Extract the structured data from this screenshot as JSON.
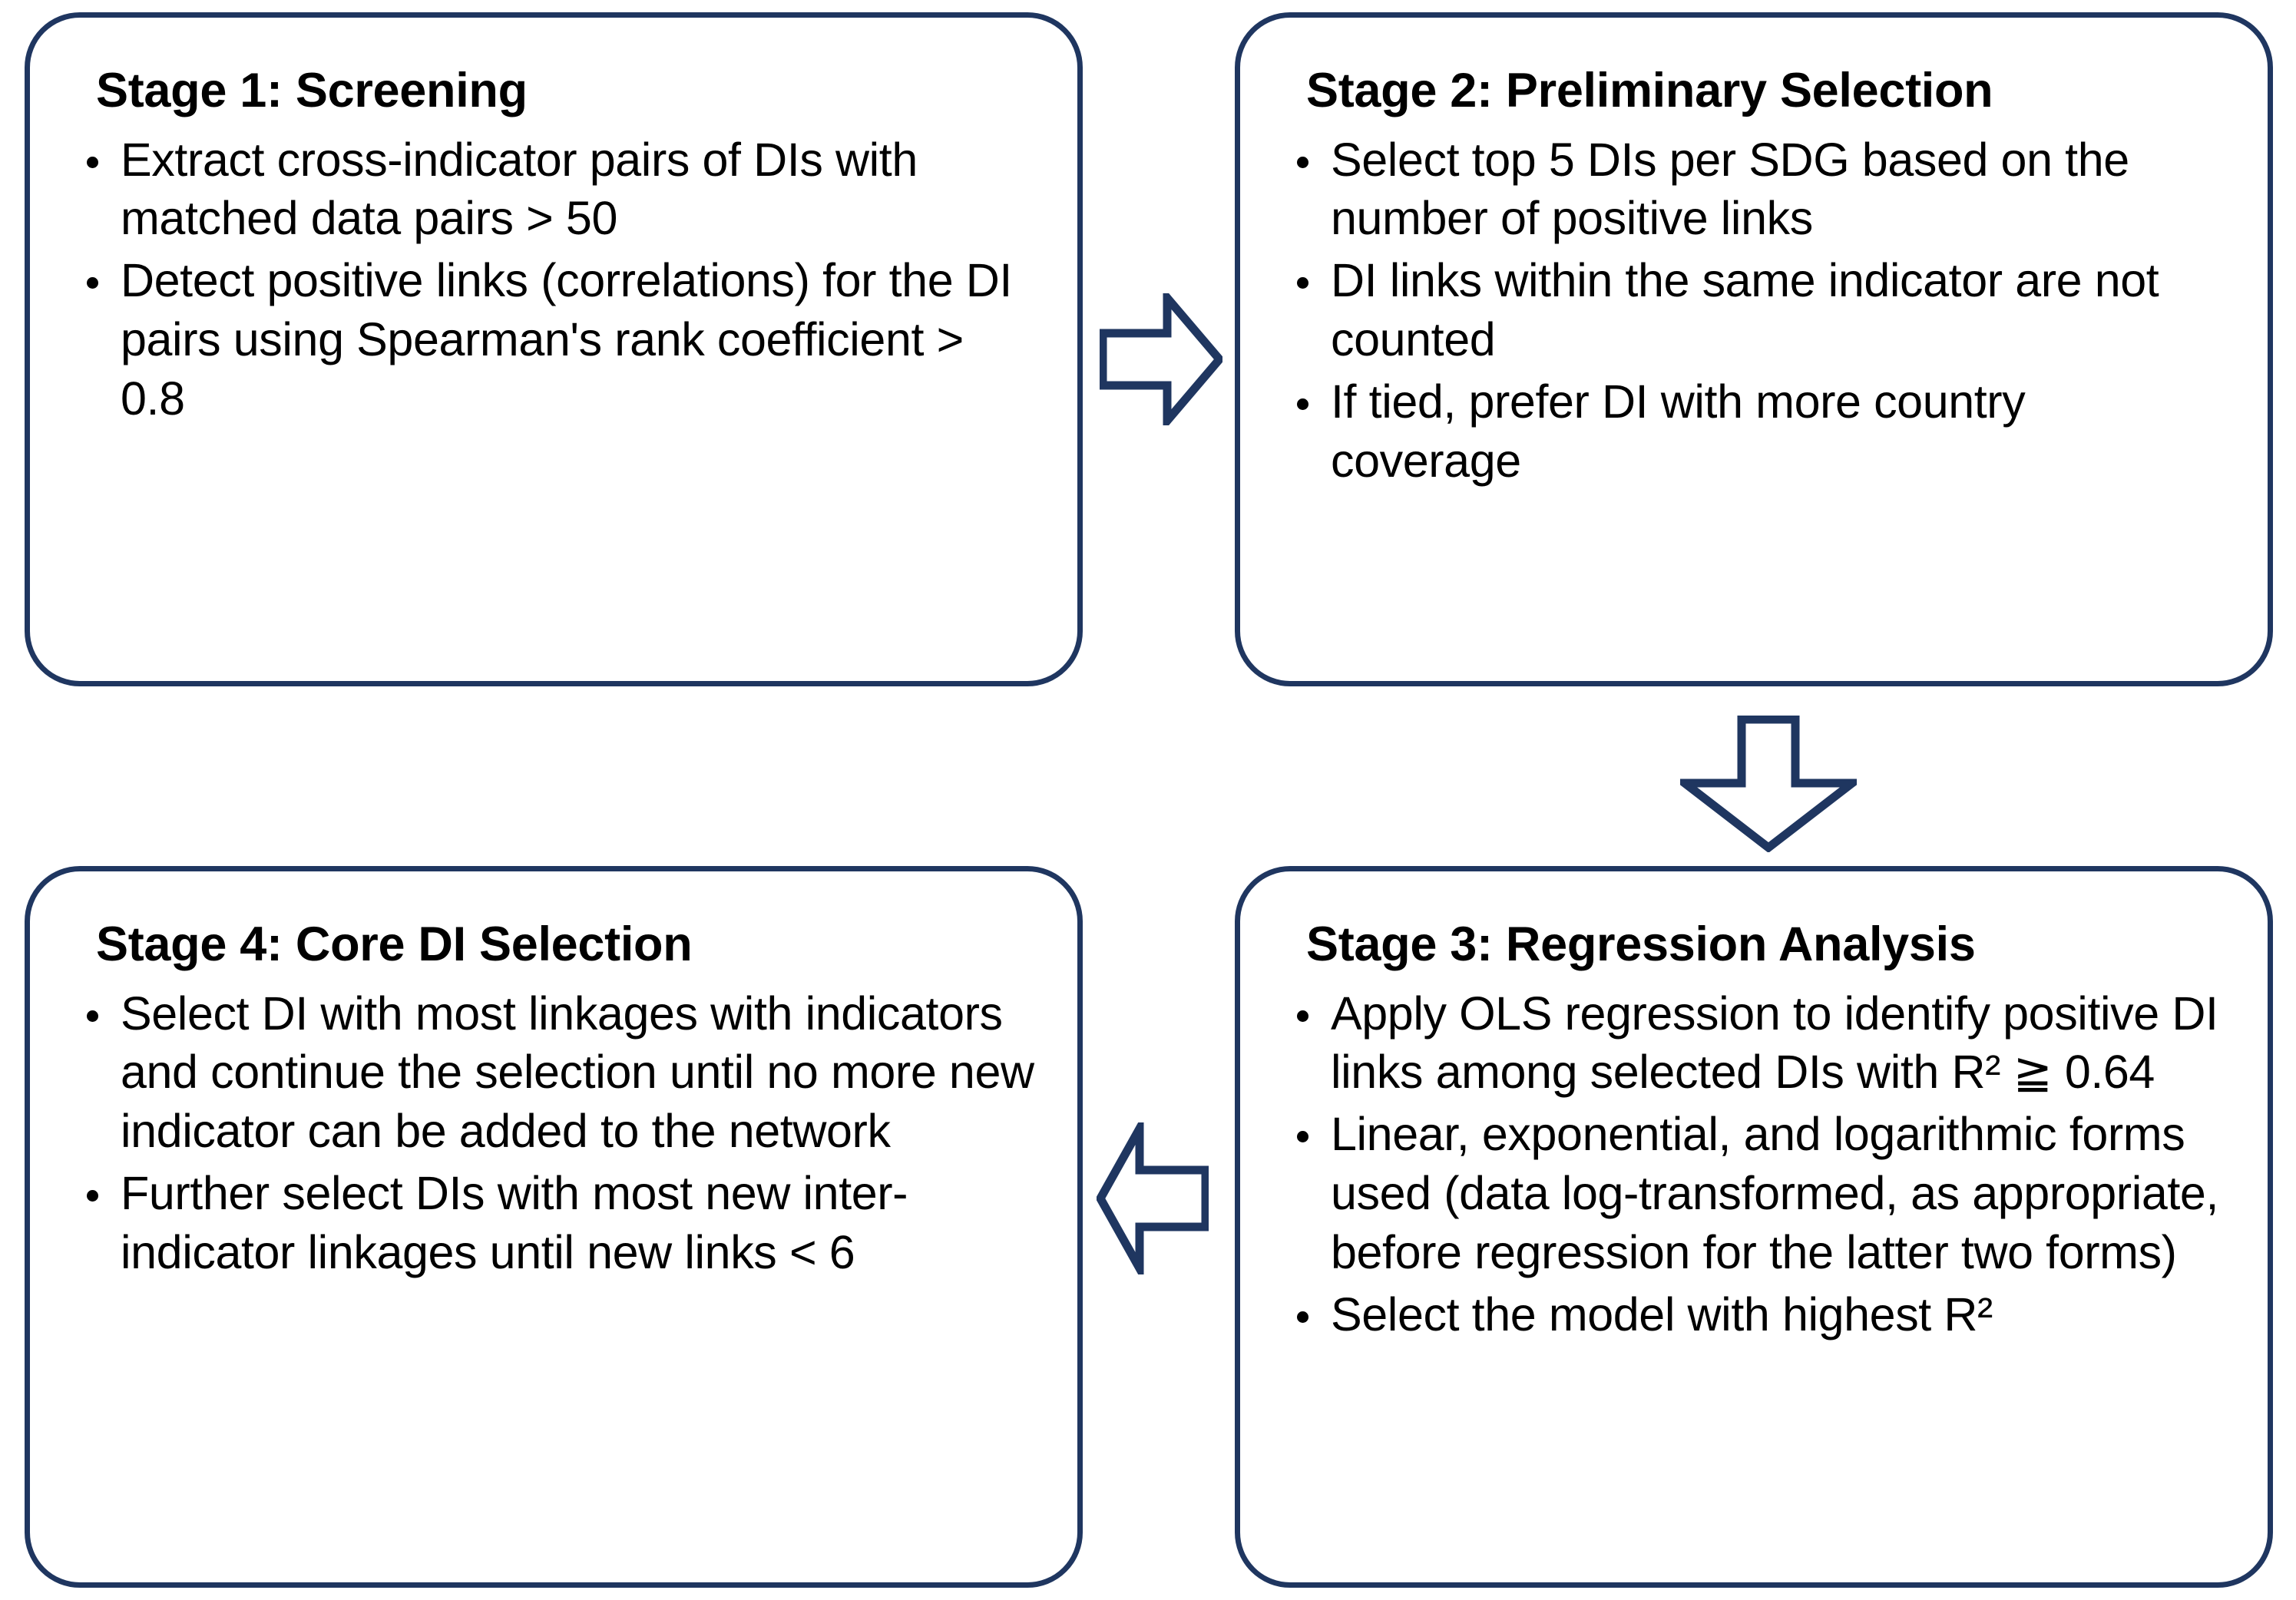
{
  "diagram": {
    "title": "Four-stage development indicator selection flowchart",
    "colors": {
      "box_border": "#1f3660",
      "box_fill": "#ffffff",
      "arrow_stroke": "#1f3660",
      "arrow_fill": "#ffffff",
      "text": "#000000"
    },
    "stages": [
      {
        "id": "stage-1",
        "title": "Stage 1: Screening",
        "bullets": [
          "Extract cross-indicator pairs of DIs with matched data pairs > 50",
          "Detect positive links (correlations) for the DI pairs using Spearman's rank coefficient > 0.8"
        ]
      },
      {
        "id": "stage-2",
        "title": "Stage 2: Preliminary Selection",
        "bullets": [
          "Select top 5 DIs per SDG based on the number of positive links",
          "DI links within the same indicator are not counted",
          "If tied, prefer DI with more country coverage"
        ]
      },
      {
        "id": "stage-3",
        "title": "Stage 3: Regression Analysis",
        "bullets": [
          "Apply OLS regression to identify positive DI links among selected DIs with R² ≧ 0.64",
          "Linear, exponential, and logarithmic forms used (data log-transformed, as appropriate, before regression for the latter two forms)",
          "Select the model with highest R²"
        ]
      },
      {
        "id": "stage-4",
        "title": "Stage 4: Core DI Selection",
        "bullets": [
          "Select DI with most linkages with indicators and continue the selection until no more new indicator can be added to the network",
          "Further select DIs with most new inter-indicator linkages until new links < 6"
        ]
      }
    ],
    "connectors": [
      {
        "id": "connector-1-to-2",
        "direction": "right",
        "from": "stage-1",
        "to": "stage-2"
      },
      {
        "id": "connector-2-to-3",
        "direction": "down",
        "from": "stage-2",
        "to": "stage-3"
      },
      {
        "id": "connector-3-to-4",
        "direction": "left",
        "from": "stage-3",
        "to": "stage-4"
      }
    ]
  }
}
